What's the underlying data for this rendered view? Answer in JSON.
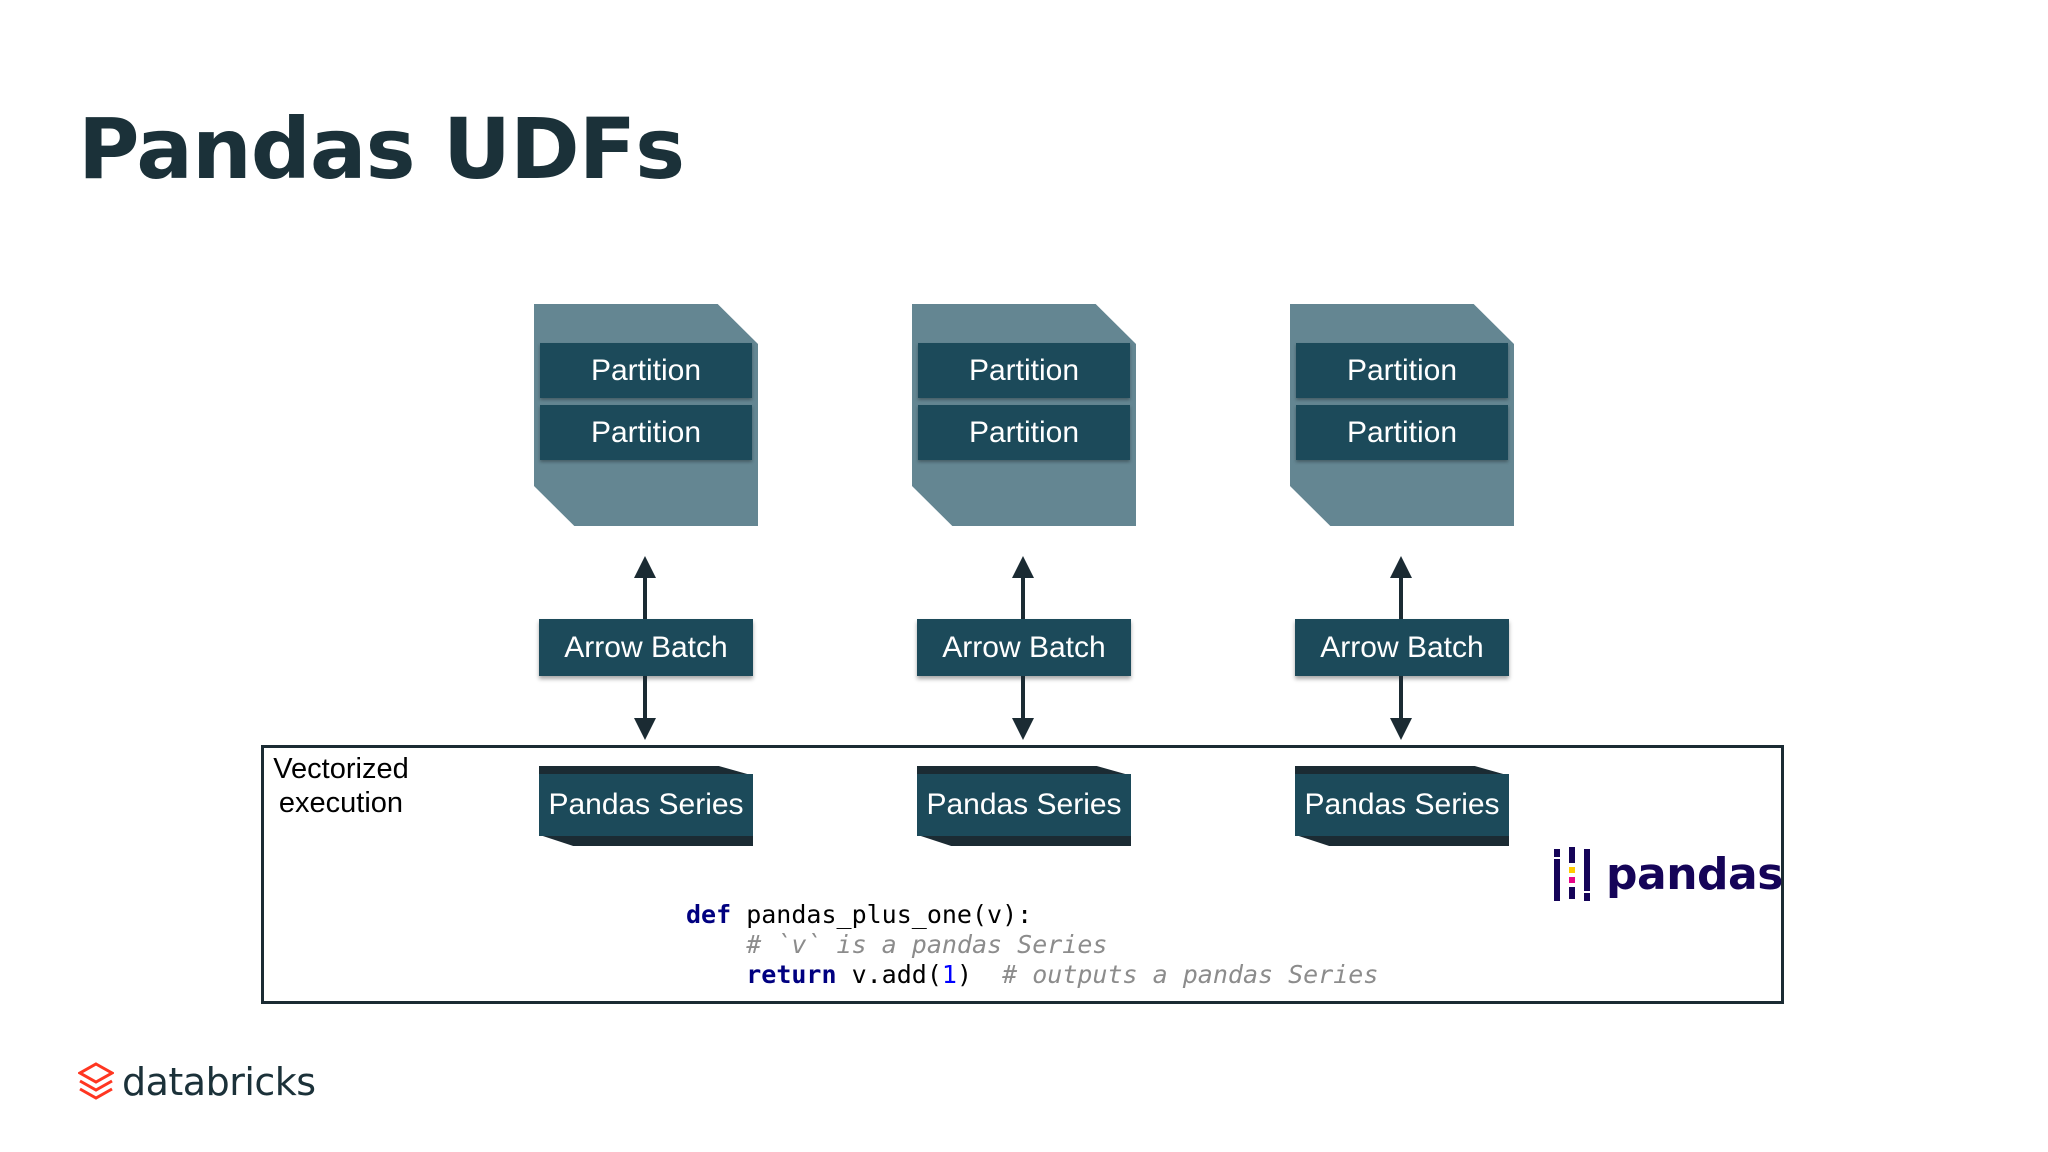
{
  "slide": {
    "title": "Pandas UDFs"
  },
  "diagram": {
    "columns": [
      {
        "partitions": [
          "Partition",
          "Partition"
        ],
        "batch": "Arrow Batch",
        "series": "Pandas Series"
      },
      {
        "partitions": [
          "Partition",
          "Partition"
        ],
        "batch": "Arrow Batch",
        "series": "Pandas Series"
      },
      {
        "partitions": [
          "Partition",
          "Partition"
        ],
        "batch": "Arrow Batch",
        "series": "Pandas Series"
      }
    ],
    "box_label_line1": "Vectorized",
    "box_label_line2": "execution"
  },
  "code": {
    "def_kw": "def",
    "func_sig": " pandas_plus_one(v):",
    "comment1": "# `v` is a pandas Series",
    "return_kw": "return",
    "return_expr": " v.add(",
    "return_num": "1",
    "return_close": ")",
    "comment2": "# outputs a pandas Series"
  },
  "logos": {
    "pandas": "pandas",
    "databricks": "databricks"
  },
  "colors": {
    "node": "#648692",
    "block": "#1c4a5a",
    "dark": "#1b2b33",
    "title": "#1b3139",
    "pandas_brand": "#150458",
    "databricks_brand": "#ff3621"
  }
}
